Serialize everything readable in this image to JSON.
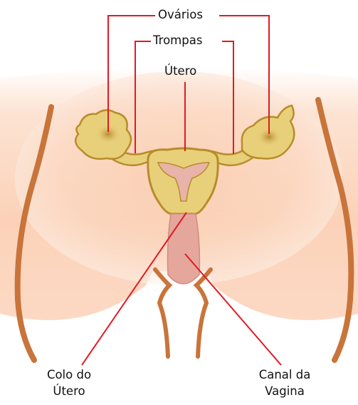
{
  "diagram": {
    "labels": {
      "ovaries": "Ovários",
      "tubes": "Trompas",
      "uterus": "Útero",
      "cervix_line1": "Colo do",
      "cervix_line2": "Útero",
      "canal_line1": "Canal da",
      "canal_line2": "Vagina"
    },
    "colors": {
      "leader_line": "#e01b24",
      "skin_band": "#fbd3b9",
      "body_outline": "#c8743a",
      "organ_fill": "#e8d07a",
      "organ_outline": "#b88c2c",
      "ovary_core": "#c09a3e",
      "uterine_cavity": "#e8b3a8",
      "vaginal_canal": "#e5a79c",
      "text": "#111111"
    }
  }
}
